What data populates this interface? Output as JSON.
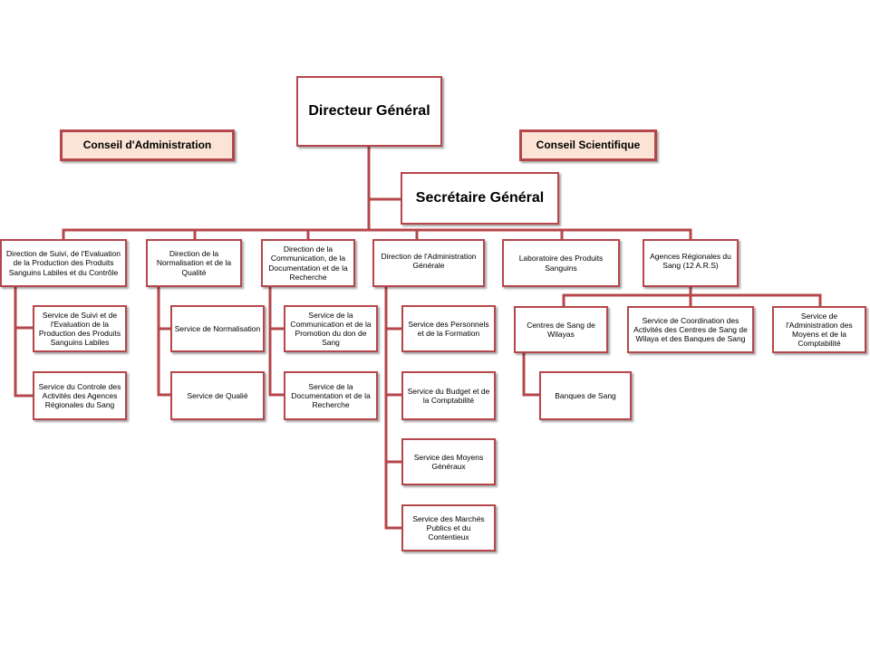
{
  "colors": {
    "border": "#b5474b",
    "connector": "#b5474b",
    "council_fill": "#fbe4d6"
  },
  "nodes": {
    "dg": "Directeur Général",
    "ca": "Conseil d'Administration",
    "cs": "Conseil Scientifique",
    "sg": "Secrétaire Général",
    "d1": "Direction de Suivi, de l'Evaluation de la Production des Produits Sanguins Labiles et du Contrôle",
    "d1s1": "Service de Suivi et de l'Evaluation de la Production des Produits Sanguins Labiles",
    "d1s2": "Service du Controle des Activités des Agences Régionales du Sang",
    "d2": "Direction de la Normalisation et de la Qualité",
    "d2s1": "Service de Normalisation",
    "d2s2": "Service de Qualié",
    "d3": "Direction de la Communication, de la Documentation et de la Recherche",
    "d3s1": "Service de la Communication et de la Promotion du don de Sang",
    "d3s2": "Service de la Documentation et de la Recherche",
    "d4": "Direction de l'Administration Générale",
    "d4s1": "Service des Personnels et de la Formation",
    "d4s2": "Service du Budget et de la Comptabilité",
    "d4s3": "Service des Moyens Généraux",
    "d4s4": "Service des Marchés Publics et du Contentieux",
    "d5": "Laboratoire des Produits Sanguins",
    "d6": "Agences Régionales du Sang (12 A.R.S)",
    "d6s1": "Centres de Sang de Wilayas",
    "d6s1a": "Banques de Sang",
    "d6s2": "Service de Coordination des Activités des Centres de Sang de Wilaya et des Banques de Sang",
    "d6s3": "Service de l'Administration des Moyens et de la Comptabilité"
  }
}
